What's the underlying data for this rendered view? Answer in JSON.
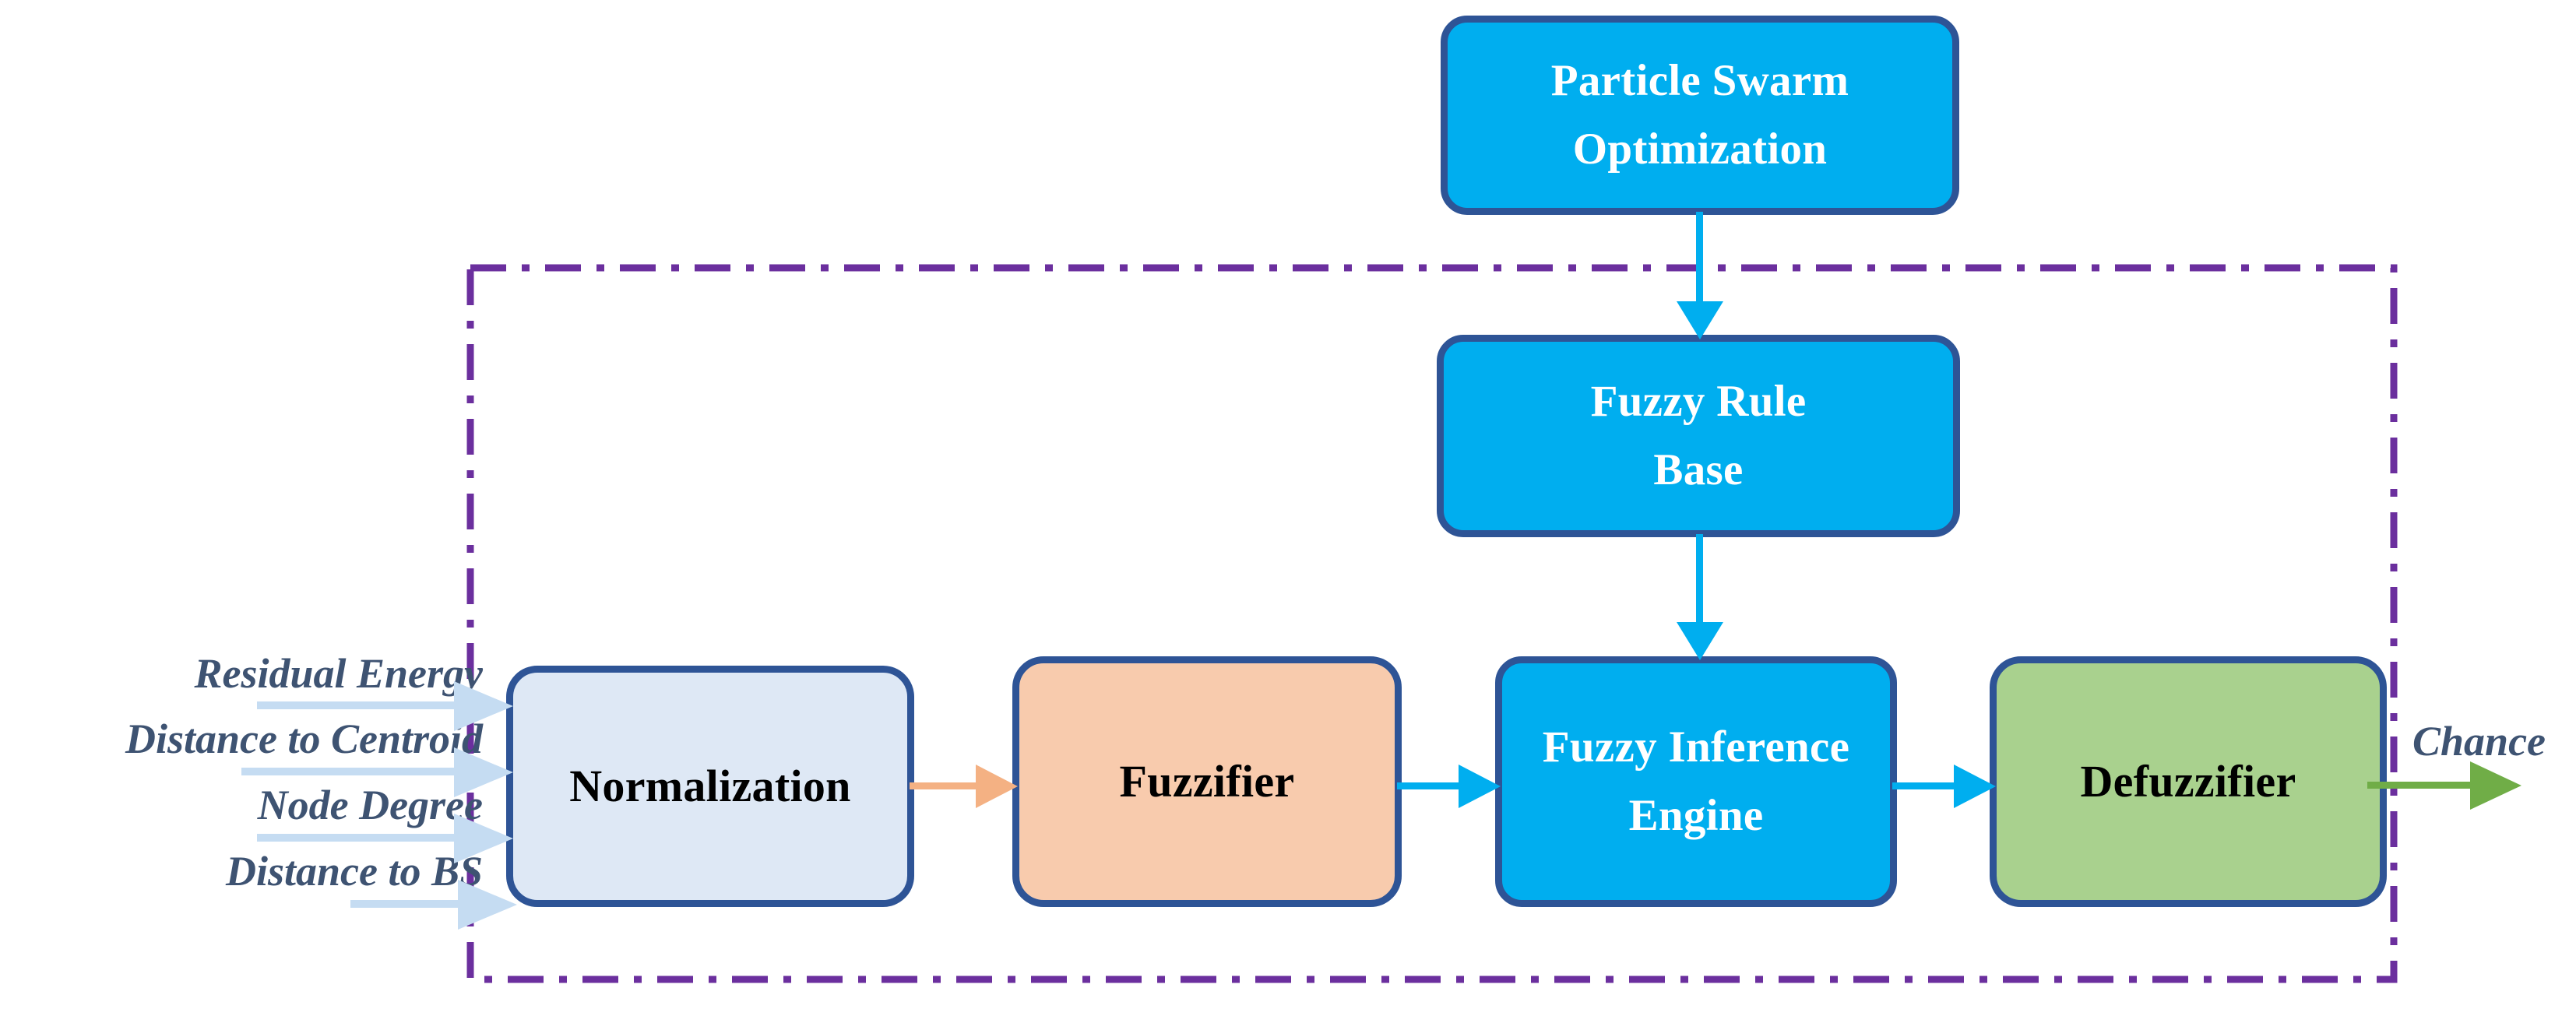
{
  "diagram": {
    "title": "Fuzzy Logic Based Cluster Head Selection Block Diagram",
    "colors": {
      "cyan_block": "#00aeef",
      "block_border": "#2e5496",
      "light_blue_block": "#dee8f5",
      "peach_block": "#f8cbad",
      "green_block": "#a9d18e",
      "purple_dashdot": "#6b2f9e",
      "label_text": "#3e5372",
      "input_arrow": "#c5dcf2",
      "orange_arrow": "#f4b183",
      "blue_arrow": "#00aeef",
      "green_arrow": "#70ad47"
    }
  },
  "blocks": {
    "pso": {
      "line1": "Particle Swarm",
      "line2": "Optimization"
    },
    "fuzzy_rule_base": {
      "line1": "Fuzzy Rule",
      "line2": "Base"
    },
    "normalization": {
      "label": "Normalization"
    },
    "fuzzifier": {
      "label": "Fuzzifier"
    },
    "fuzzy_inference_engine": {
      "line1": "Fuzzy Inference",
      "line2": "Engine"
    },
    "defuzzifier": {
      "label": "Defuzzifier"
    }
  },
  "inputs": [
    {
      "label": "Residual Energy"
    },
    {
      "label": "Distance to Centroid"
    },
    {
      "label": "Node Degree"
    },
    {
      "label": "Distance to BS"
    }
  ],
  "output": {
    "label": "Chance"
  },
  "connections": [
    {
      "from": "pso",
      "to": "fuzzy_rule_base",
      "color": "#00aeef"
    },
    {
      "from": "fuzzy_rule_base",
      "to": "fuzzy_inference_engine",
      "color": "#00aeef"
    },
    {
      "from": "normalization",
      "to": "fuzzifier",
      "color": "#f4b183"
    },
    {
      "from": "fuzzifier",
      "to": "fuzzy_inference_engine",
      "color": "#00aeef"
    },
    {
      "from": "fuzzy_inference_engine",
      "to": "defuzzifier",
      "color": "#00aeef"
    },
    {
      "from": "defuzzifier",
      "to": "output",
      "color": "#70ad47"
    }
  ]
}
